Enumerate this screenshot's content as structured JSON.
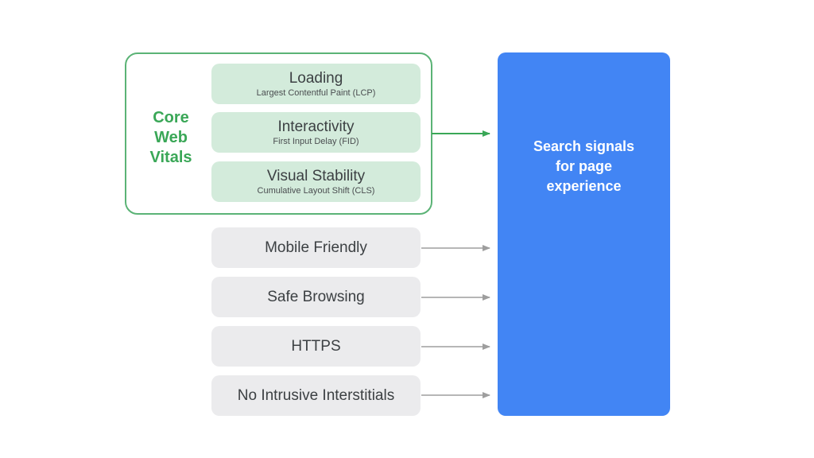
{
  "core_web_vitals": {
    "label_lines": [
      "Core",
      "Web",
      "Vitals"
    ],
    "metrics": [
      {
        "title": "Loading",
        "subtitle": "Largest Contentful Paint (LCP)"
      },
      {
        "title": "Interactivity",
        "subtitle": "First Input Delay (FID)"
      },
      {
        "title": "Visual Stability",
        "subtitle": "Cumulative Layout Shift (CLS)"
      }
    ]
  },
  "other_signals": [
    {
      "title": "Mobile Friendly"
    },
    {
      "title": "Safe Browsing"
    },
    {
      "title": "HTTPS"
    },
    {
      "title": "No Intrusive Interstitials"
    }
  ],
  "target": {
    "lines": [
      "Search signals",
      "for page",
      "experience"
    ]
  },
  "colors": {
    "green_accent": "#3aa757",
    "green_fill": "#d3ebdb",
    "gray_fill": "#ebebed",
    "blue_target": "#4285f4",
    "arrow_gray": "#9e9e9e"
  }
}
